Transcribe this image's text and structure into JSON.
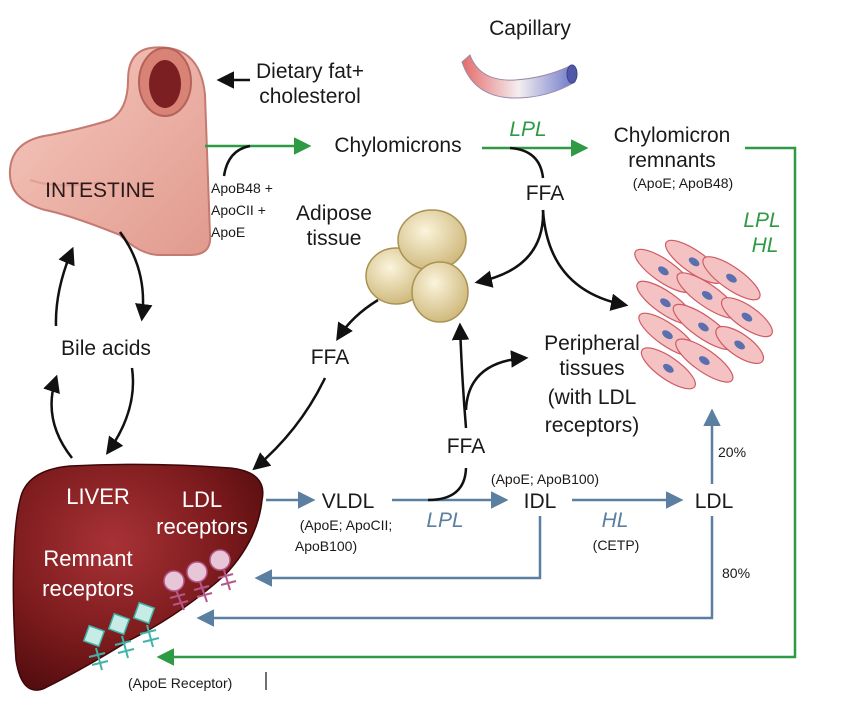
{
  "colors": {
    "green": "#2e9a44",
    "blue": "#5b7fa0",
    "black": "#111111",
    "liver_dark": "#6e1416",
    "liver_mid": "#9a2a2c",
    "intestine": "#f0b0a4",
    "intestine_edge": "#c47a70",
    "adipose": "#e8d9a6",
    "cell_fill": "#f4c2c2",
    "nucleus": "#5a6fb0",
    "receptor_teal": "#3fb3a8",
    "receptor_pink": "#e7c6d8"
  },
  "labels": {
    "capillary": "Capillary",
    "dietary_line1": "Dietary fat+",
    "dietary_line2": "cholesterol",
    "intestine": "INTESTINE",
    "chylomicrons": "Chylomicrons",
    "lpl_top": "LPL",
    "chylo_remnants_line1": "Chylomicron",
    "chylo_remnants_line2": "remnants",
    "chylo_remnants_apo": "(ApoE; ApoB48)",
    "apo_line1": "ApoB48 +",
    "apo_line2": "ApoCII +",
    "apo_line3": "ApoE",
    "ffa_top": "FFA",
    "adipose_line1": "Adipose",
    "adipose_line2": "tissue",
    "lpl_right": "LPL",
    "hl_right": "HL",
    "bile_acids": "Bile acids",
    "ffa_left": "FFA",
    "peripheral_line1": "Peripheral",
    "peripheral_line2": "tissues",
    "peripheral_line3": "(with LDL",
    "peripheral_line4": "receptors)",
    "ffa_mid": "FFA",
    "idl_apo": "(ApoE; ApoB100)",
    "pct_20": "20%",
    "liver": "LIVER",
    "ldl_receptors_line1": "LDL",
    "ldl_receptors_line2": "receptors",
    "remnant_line1": "Remnant",
    "remnant_line2": "receptors",
    "vldl": "VLDL",
    "vldl_apo_line1": "(ApoE; ApoCII;",
    "vldl_apo_line2": "ApoB100)",
    "lpl_bottom": "LPL",
    "idl": "IDL",
    "hl_bottom": "HL",
    "cetp": "(CETP)",
    "ldl": "LDL",
    "pct_80": "80%",
    "apoe_receptor": "(ApoE Receptor)"
  }
}
